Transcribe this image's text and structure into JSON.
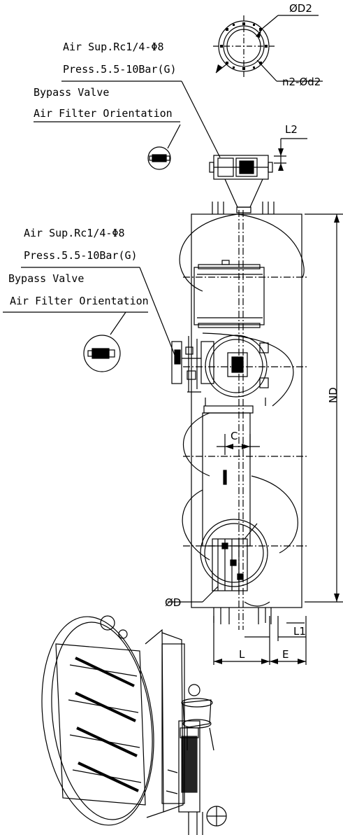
{
  "callouts": {
    "top": {
      "air_supply": "Air Sup.Rc1/4-Φ8",
      "pressure": "Press.5.5-10Bar(G)",
      "bypass_valve": "Bypass Valve",
      "air_filter": "Air Filter Orientation"
    },
    "middle": {
      "air_supply": "Air Sup.Rc1/4-Φ8",
      "pressure": "Press.5.5-10Bar(G)",
      "bypass_valve": "Bypass Valve",
      "air_filter": "Air Filter Orientation"
    }
  },
  "dimensions": {
    "flange_diameter": "ØD2",
    "bolt_holes": "n2-Ød2",
    "l2": "L2",
    "nd": "ND",
    "c": "C",
    "d": "ØD",
    "l1": "L1",
    "l": "L",
    "e": "E"
  },
  "colors": {
    "line": "#000000",
    "background": "#ffffff"
  }
}
